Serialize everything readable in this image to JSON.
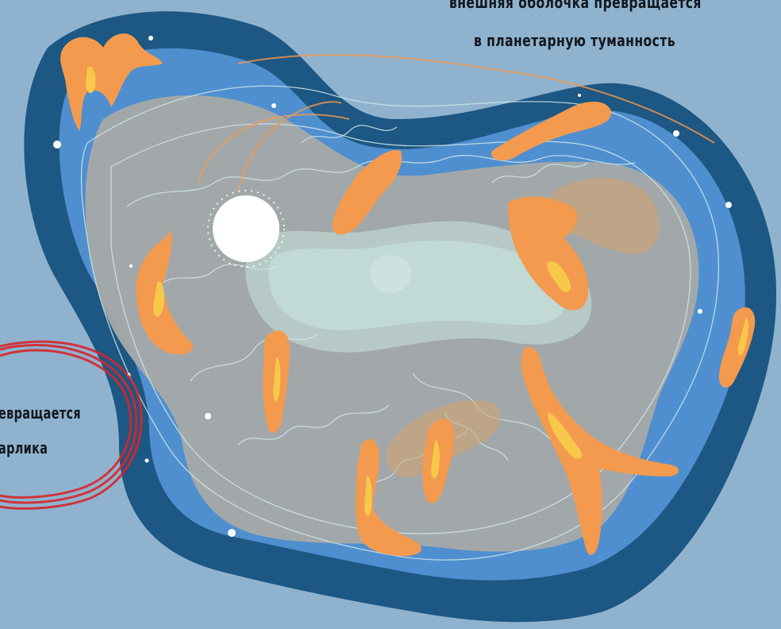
{
  "captions": {
    "top_line1": "внешняя оболочка превращается",
    "top_line2": "в планетарную туманность",
    "left_line1": "евращается",
    "left_line2": "арлика"
  },
  "colors": {
    "background": "#8fb3cf",
    "outer_shell": "#1d5783",
    "inner_shell": "#4f8fcf",
    "core_gray": "#a7aaa8",
    "center_pale": "#b9d3d0",
    "flame_orange": "#f39a4f",
    "flame_yellow": "#f7c84a",
    "white_dwarf": "#ffffff",
    "red_ellipse": "#d8262b"
  }
}
